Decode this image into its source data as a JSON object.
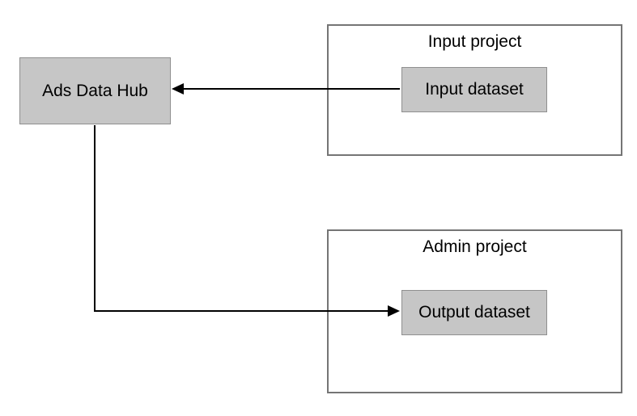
{
  "diagram": {
    "nodes": {
      "ads_data_hub": {
        "label": "Ads Data Hub"
      },
      "input_dataset": {
        "label": "Input dataset"
      },
      "output_dataset": {
        "label": "Output dataset"
      }
    },
    "groups": {
      "input_project": {
        "title": "Input project"
      },
      "admin_project": {
        "title": "Admin project"
      }
    },
    "edges": [
      {
        "from": "input_dataset",
        "to": "ads_data_hub",
        "direction": "left"
      },
      {
        "from": "ads_data_hub",
        "to": "output_dataset",
        "direction": "down-right"
      }
    ],
    "colors": {
      "node_fill": "#c6c6c6",
      "node_border": "#8f8f8f",
      "group_border": "#757575",
      "arrow": "#000000",
      "background": "#ffffff",
      "text": "#000000"
    }
  }
}
